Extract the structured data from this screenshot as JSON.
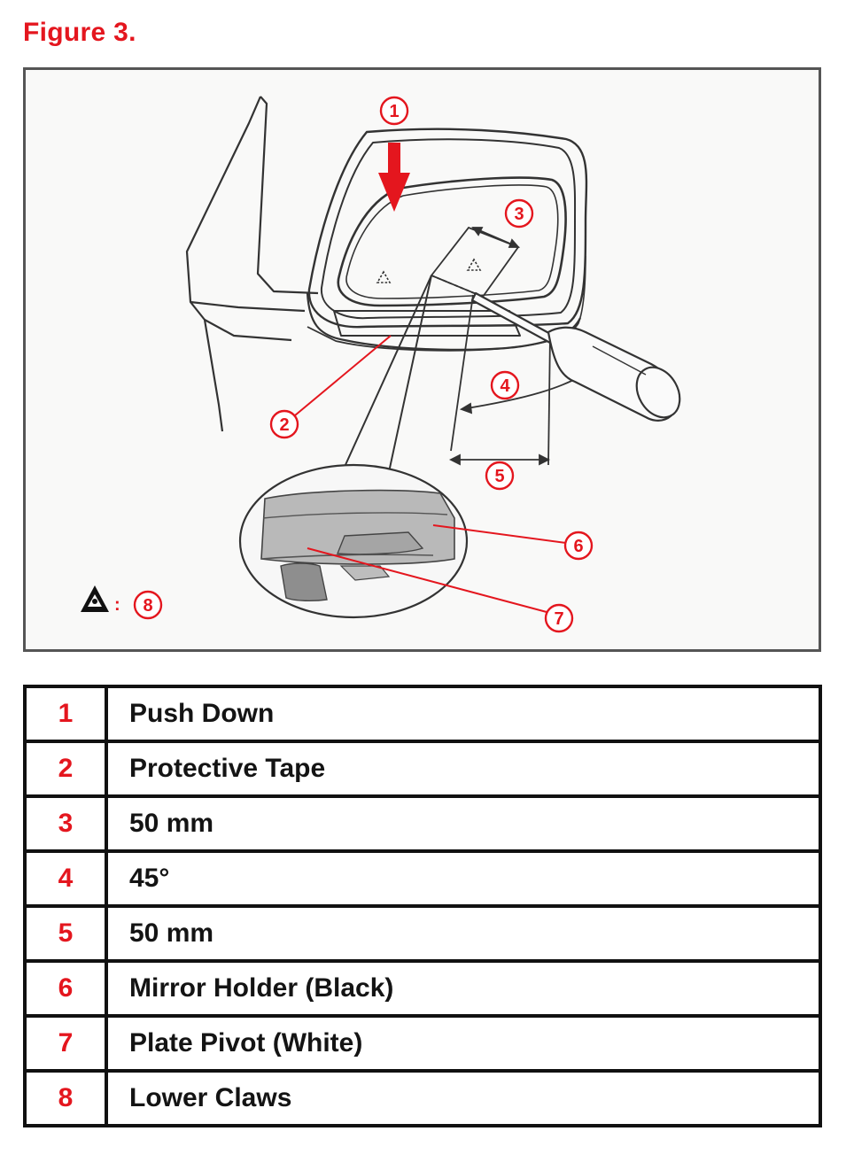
{
  "figure": {
    "title": "Figure 3."
  },
  "diagram": {
    "callout_color": "#e4161e",
    "callouts": [
      "1",
      "2",
      "3",
      "4",
      "5",
      "6",
      "7",
      "8"
    ],
    "symbol_separator": ":"
  },
  "legend": {
    "rows": [
      {
        "num": "1",
        "label": "Push Down"
      },
      {
        "num": "2",
        "label": "Protective Tape"
      },
      {
        "num": "3",
        "label": "50 mm"
      },
      {
        "num": "4",
        "label": "45°"
      },
      {
        "num": "5",
        "label": "50 mm"
      },
      {
        "num": "6",
        "label": "Mirror Holder (Black)"
      },
      {
        "num": "7",
        "label": "Plate Pivot (White)"
      },
      {
        "num": "8",
        "label": "Lower Claws"
      }
    ]
  }
}
